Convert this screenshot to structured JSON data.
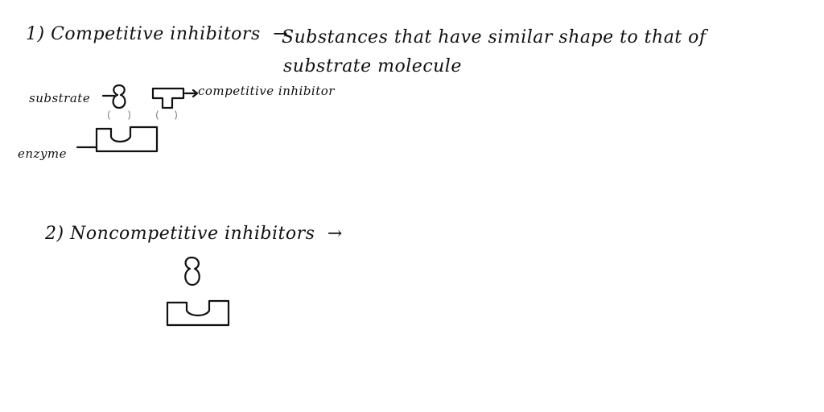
{
  "section1": {
    "heading": "1) Competitive inhibitors",
    "arrow": "→",
    "definition_line1": "Substances that have similar shape to that of",
    "definition_line2": "substrate molecule",
    "labels": {
      "substrate": "substrate",
      "competitive_inhibitor": "competitive inhibitor",
      "enzyme": "enzyme"
    }
  },
  "section2": {
    "heading": "2) Noncompetitive inhibitors",
    "arrow": "→"
  },
  "colors": {
    "ink": "#111111",
    "background": "#ffffff"
  }
}
